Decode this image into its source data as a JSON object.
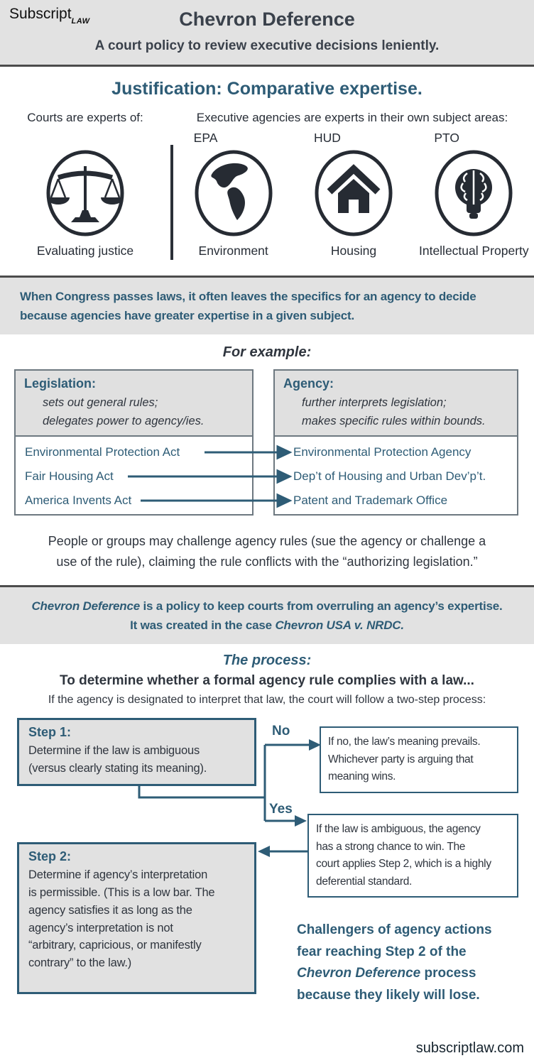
{
  "colors": {
    "teal_accent": "#2e5c76",
    "dark_text": "#2f353e",
    "banner_background": "#e2e2e2",
    "step_box_background": "#e1e1e1",
    "icon_dark": "#262b33"
  },
  "header": {
    "logo": "Subscript",
    "logo_sub": "LAW",
    "title": "Chevron Deference",
    "subtitle": "A court policy to review executive decisions leniently."
  },
  "justification": {
    "heading": "Justification: Comparative expertise.",
    "courts_heading": "Courts are experts of:",
    "agencies_heading": "Executive agencies are experts in their own subject areas:",
    "courts_icon": "scales-of-justice-icon",
    "courts_label": "Evaluating justice",
    "agencies": [
      {
        "acronym": "EPA",
        "icon": "globe-icon",
        "label": "Environment"
      },
      {
        "acronym": "HUD",
        "icon": "house-icon",
        "label": "Housing"
      },
      {
        "acronym": "PTO",
        "icon": "brain-bulb-icon",
        "label": "Intellectual Property"
      }
    ]
  },
  "congress_banner": {
    "lines": [
      "When Congress passes laws, it often leaves the specifics for an agency to decide",
      "because agencies have greater expertise in a given subject."
    ]
  },
  "example": {
    "heading": "For example:",
    "legislation": {
      "title": "Legislation:",
      "desc_lines": [
        "sets out general rules;",
        "delegates power to agency/ies."
      ],
      "rows": [
        "Environmental Protection Act",
        "Fair Housing Act",
        "America Invents Act"
      ]
    },
    "agency": {
      "title": "Agency:",
      "desc_lines": [
        "further interprets legislation;",
        "makes specific rules within bounds."
      ],
      "rows": [
        "Environmental Protection Agency",
        "Dep’t of Housing and Urban Dev’p’t.",
        "Patent and Trademark Office"
      ]
    }
  },
  "challenge_paragraph": {
    "lines": [
      "People or groups may challenge agency rules (sue the agency or challenge a",
      "use of the rule), claiming the rule conflicts with the “authorizing legislation.”"
    ]
  },
  "chevron_banner": {
    "segments": [
      {
        "t": "Chevron Deference",
        "i": true
      },
      {
        "t": " is a policy to keep courts from overruling an agency’s expertise.\nIt was created in the case "
      },
      {
        "t": "Chevron USA v. NRDC.",
        "i": true
      }
    ]
  },
  "process": {
    "heading": "The process:",
    "line1": "To determine whether a formal agency rule complies with a law...",
    "line2": "If the agency is designated to interpret that law, the court will follow a two-step process:",
    "step1": {
      "title": "Step 1:",
      "body_lines": [
        "Determine if the law is ambiguous",
        "(versus clearly stating its meaning)."
      ]
    },
    "no_label": "No",
    "no_box_lines": [
      "If no, the law’s meaning prevails.",
      "Whichever party is arguing that",
      "meaning wins."
    ],
    "yes_label": "Yes",
    "yes_box_lines": [
      "If the law is ambiguous, the agency",
      "has a strong chance to win. The",
      "court applies Step 2, which is a highly",
      "deferential standard."
    ],
    "step2": {
      "title": "Step 2:",
      "body_lines": [
        "Determine if agency’s interpretation",
        "is permissible. (This is a low bar. The",
        "agency satisfies it as long as the",
        "agency’s interpretation is not",
        "“arbitrary, capricious, or manifestly",
        "contrary” to the law.)"
      ]
    },
    "challengers_segments": [
      {
        "t": "Challengers of agency actions\nfear reaching Step 2 of the\n"
      },
      {
        "t": "Chevron Deference",
        "i": true
      },
      {
        "t": " process\nbecause they likely will lose."
      }
    ]
  },
  "footer": {
    "site": "subscriptlaw.com"
  }
}
